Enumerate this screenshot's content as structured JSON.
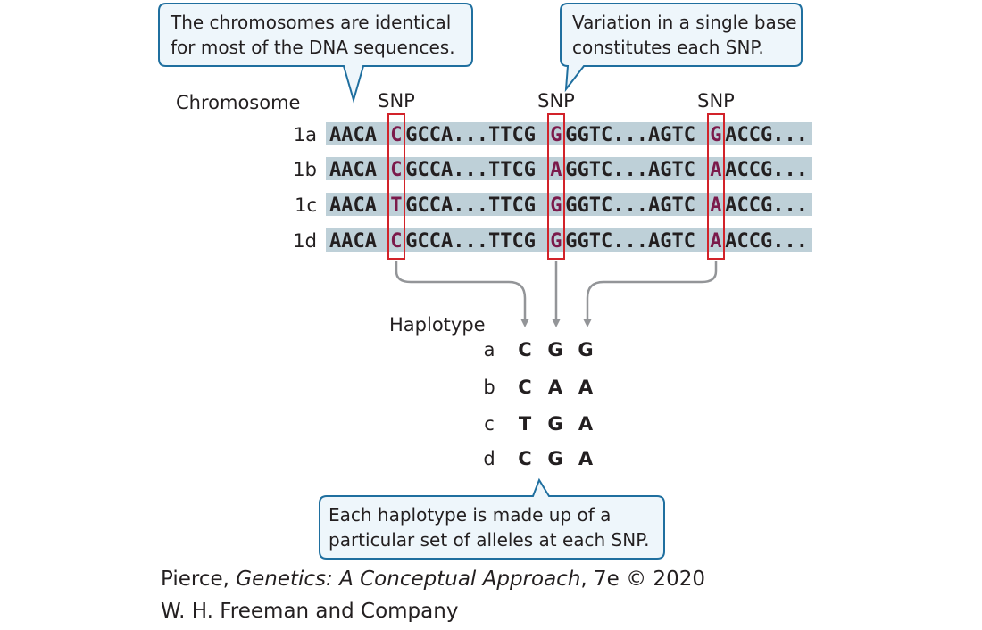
{
  "callouts": {
    "top_left": [
      "The chromosomes are identical",
      "for most of the DNA sequences."
    ],
    "top_right": [
      "Variation in a single base",
      "constitutes each SNP."
    ],
    "bottom": [
      "Each haplotype is made up of a",
      "particular set of alleles at each SNP."
    ]
  },
  "chromosome_header": "Chromosome",
  "snp_label": "SNP",
  "chromosomes": [
    {
      "label": "1a",
      "segments": [
        "AACA",
        "C",
        "GCCA...TTCG",
        "G",
        "GGTC...AGTC",
        "G",
        "ACCG..."
      ]
    },
    {
      "label": "1b",
      "segments": [
        "AACA",
        "C",
        "GCCA...TTCG",
        "A",
        "GGTC...AGTC",
        "A",
        "ACCG..."
      ]
    },
    {
      "label": "1c",
      "segments": [
        "AACA",
        "T",
        "GCCA...TTCG",
        "G",
        "GGTC...AGTC",
        "A",
        "ACCG..."
      ]
    },
    {
      "label": "1d",
      "segments": [
        "AACA",
        "C",
        "GCCA...TTCG",
        "G",
        "GGTC...AGTC",
        "A",
        "ACCG..."
      ]
    }
  ],
  "haplotype_header": "Haplotype",
  "haplotypes": [
    {
      "label": "a",
      "alleles": [
        "C",
        "G",
        "G"
      ]
    },
    {
      "label": "b",
      "alleles": [
        "C",
        "A",
        "A"
      ]
    },
    {
      "label": "c",
      "alleles": [
        "T",
        "G",
        "A"
      ]
    },
    {
      "label": "d",
      "alleles": [
        "C",
        "G",
        "A"
      ]
    }
  ],
  "credit": {
    "author": "Pierce, ",
    "title": "Genetics: A Conceptual Approach",
    "edition": ", 7e © 2020",
    "publisher": "W. H. Freeman and Company"
  },
  "colors": {
    "callout_border": "#1f6f9f",
    "callout_fill": "#eef6fb",
    "sequence_band": "#bed0d8",
    "snp_box": "#d2232a",
    "snp_base": "#7b1a4b",
    "arrow": "#939598",
    "text": "#231f20"
  }
}
